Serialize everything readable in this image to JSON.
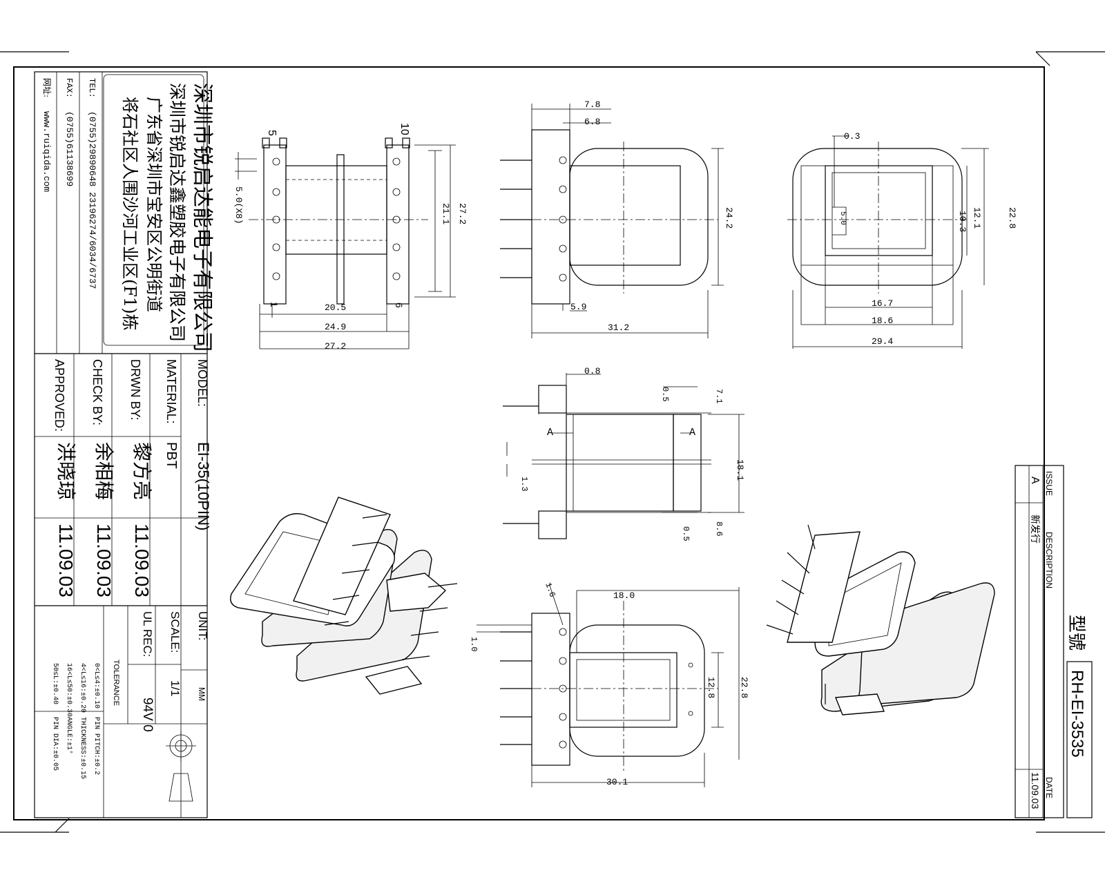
{
  "company": {
    "name": "深圳市锐启达能电子有限公司",
    "name2": "深圳市锐启达鑫塑胶电子有限公司",
    "addr1": "广东省深圳市宝安区公明街道",
    "addr2": "将石社区人围沙河工业区(F1)栋",
    "tel_label": "TEL:",
    "tel": "(0755)29890648  23196274/6034/6737",
    "fax_label": "FAX:",
    "fax": "(0755)61138699",
    "web_label": "网址:",
    "web": "www.ruiqida.com"
  },
  "info": {
    "model_label": "MODEL:",
    "model": "EI-35(10PIN)",
    "material_label": "MATERIAL:",
    "material": "PBT",
    "drwn_label": "DRWN BY:",
    "drwn": "黎方亮",
    "drwn_date": "11.09.03",
    "check_label": "CHECK BY:",
    "check": "余相梅",
    "check_date": "11.09.03",
    "approved_label": "APPROVED:",
    "approved": "洪晓琼",
    "approved_date": "11.09.03",
    "unit_label": "UNIT:",
    "unit": "MM",
    "scale_label": "SCALE:",
    "scale": "1/1",
    "ul_label": "UL REC:",
    "ul": "94V 0",
    "tol_label": "TOLERANCE",
    "tol_left": [
      "0<L≤4:±0.10",
      "4<L≤16:±0.20",
      "16<L≤50:±0.30",
      "50≤L:±0.40"
    ],
    "tol_right": [
      "PIN PITCH:±0.2",
      "THICKNESS:±0.15",
      "ANGLE:±1°",
      "PIN DIA:±0.05"
    ]
  },
  "revision": {
    "issue_label": "ISSUE",
    "issue": "A",
    "desc_label": "DESCRIPTION",
    "desc": "新发行",
    "date_label": "DATE",
    "date": "11.09.03",
    "type_label": "型號",
    "type": "RH-EI-3535"
  },
  "dimensions": {
    "v1": {
      "pin5": "5",
      "pin10": "10",
      "pin1": "1",
      "pin6": "6",
      "a": "5.0(X8)",
      "b": "20.5",
      "c": "24.9",
      "d": "27.2",
      "e": "21.1",
      "f": "27.2"
    },
    "v2": {
      "a": "7.8",
      "b": "6.8",
      "c": "24.2",
      "d": "5.9",
      "e": "31.2"
    },
    "v3": {
      "a": "0.3",
      "b": "5.0",
      "c": "12.1",
      "d": "10.3",
      "e": "22.8",
      "f": "16.7",
      "g": "18.6",
      "h": "29.4"
    },
    "v4": {
      "a": "0.8",
      "b": "0.5",
      "c": "7.1",
      "d": "A",
      "e": "A",
      "f": "1.3",
      "g": "18.1",
      "h": "8.6",
      "i": "0.5"
    },
    "v5": {
      "a": "1.6",
      "b": "1.0",
      "c": "18.0",
      "d": "12.8",
      "e": "22.8",
      "f": "30.1"
    }
  },
  "colors": {
    "line": "#000000",
    "paper": "#ffffff",
    "fill": "#f1f1f1"
  }
}
